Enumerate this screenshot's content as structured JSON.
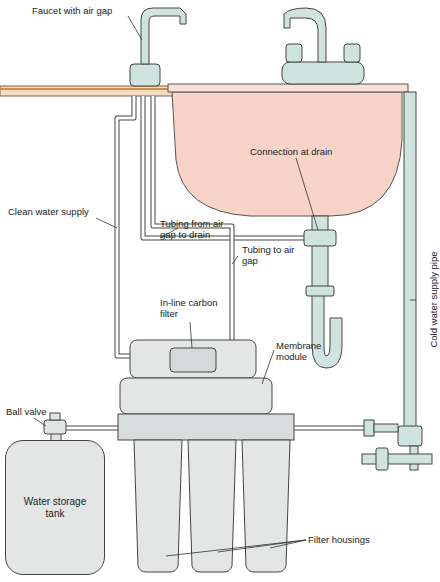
{
  "diagram": {
    "nodes": [
      {
        "text": [
          "Water storage tank"
        ]
      }
    ],
    "labels": [
      "Faucet with air gap",
      "Clean water supply",
      "Connection at drain",
      "Tubing from air gap to drain",
      "Tubing to air gap",
      "In-line carbon filter",
      "Membrane module",
      "Cold water supply pipe",
      "Ball valve",
      "Filter housings"
    ]
  }
}
